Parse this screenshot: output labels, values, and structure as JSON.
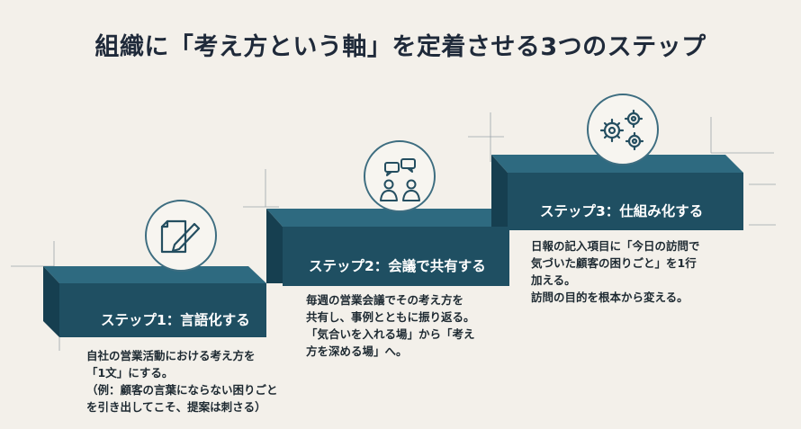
{
  "title": "組織に「考え方という軸」を定着させる3つのステップ",
  "steps": [
    {
      "label": "ステップ1：言語化する",
      "icon": "document-pen-icon",
      "description": "自社の営業活動における考え方を\n「1文」にする。\n（例：顧客の言葉にならない困りごと\nを引き出してこそ、提案は刺さる）"
    },
    {
      "label": "ステップ2：会議で共有する",
      "icon": "people-chat-icon",
      "description": "毎週の営業会議でその考え方を\n共有し、事例とともに振り返る。\n「気合いを入れる場」から「考え\n方を深める場」へ。"
    },
    {
      "label": "ステップ3：仕組み化する",
      "icon": "gears-icon",
      "description": "日報の記入項目に「今日の訪問で\n気づいた顧客の困りごと」を1行\n加える。\n訪問の目的を根本から変える。"
    }
  ],
  "colors": {
    "step_top": "#2e6a80",
    "step_front": "#1f4f62",
    "step_side": "#3f7d93",
    "title": "#1f2a3a",
    "background": "#f3f0ea"
  }
}
